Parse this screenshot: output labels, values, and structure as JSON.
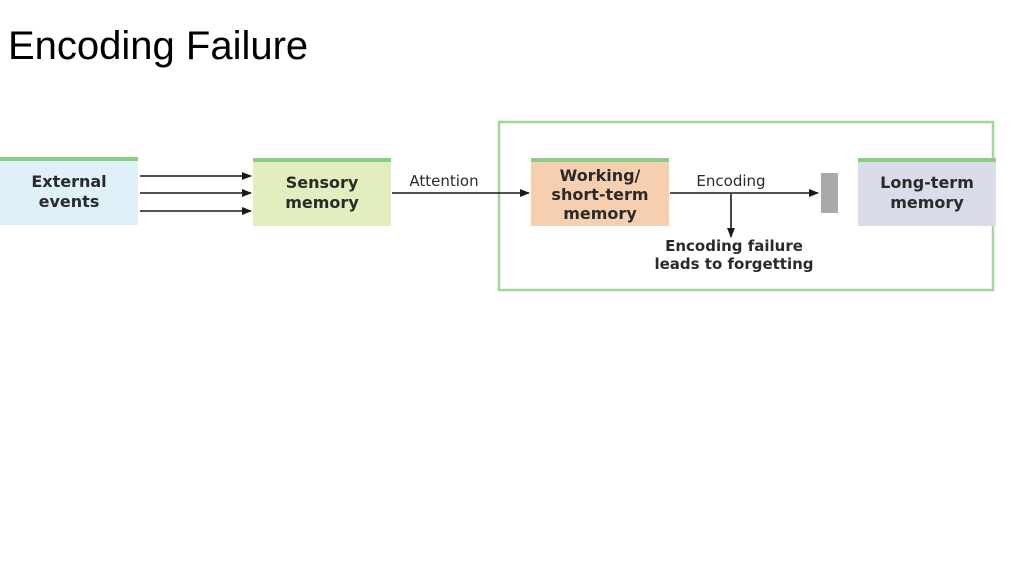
{
  "title": "Encoding Failure",
  "diagram": {
    "external_events": {
      "line1": "External",
      "line2": "events"
    },
    "sensory_memory": {
      "line1": "Sensory",
      "line2": "memory"
    },
    "attention_label": "Attention",
    "working_memory": {
      "line1": "Working/",
      "line2": "short-term",
      "line3": "memory"
    },
    "encoding_label": "Encoding",
    "failure_note": {
      "line1": "Encoding failure",
      "line2": "leads to forgetting"
    },
    "long_term_memory": {
      "line1": "Long-term",
      "line2": "memory"
    }
  },
  "colors": {
    "external_events_fill": "#dff0f6",
    "sensory_memory_fill": "#e3eebf",
    "working_memory_fill": "#f6cfb0",
    "long_term_memory_fill": "#dadde9",
    "box_top_border": "#8ccc84",
    "frame_border": "#a4d69c",
    "barrier_fill": "#a9a9a9"
  }
}
